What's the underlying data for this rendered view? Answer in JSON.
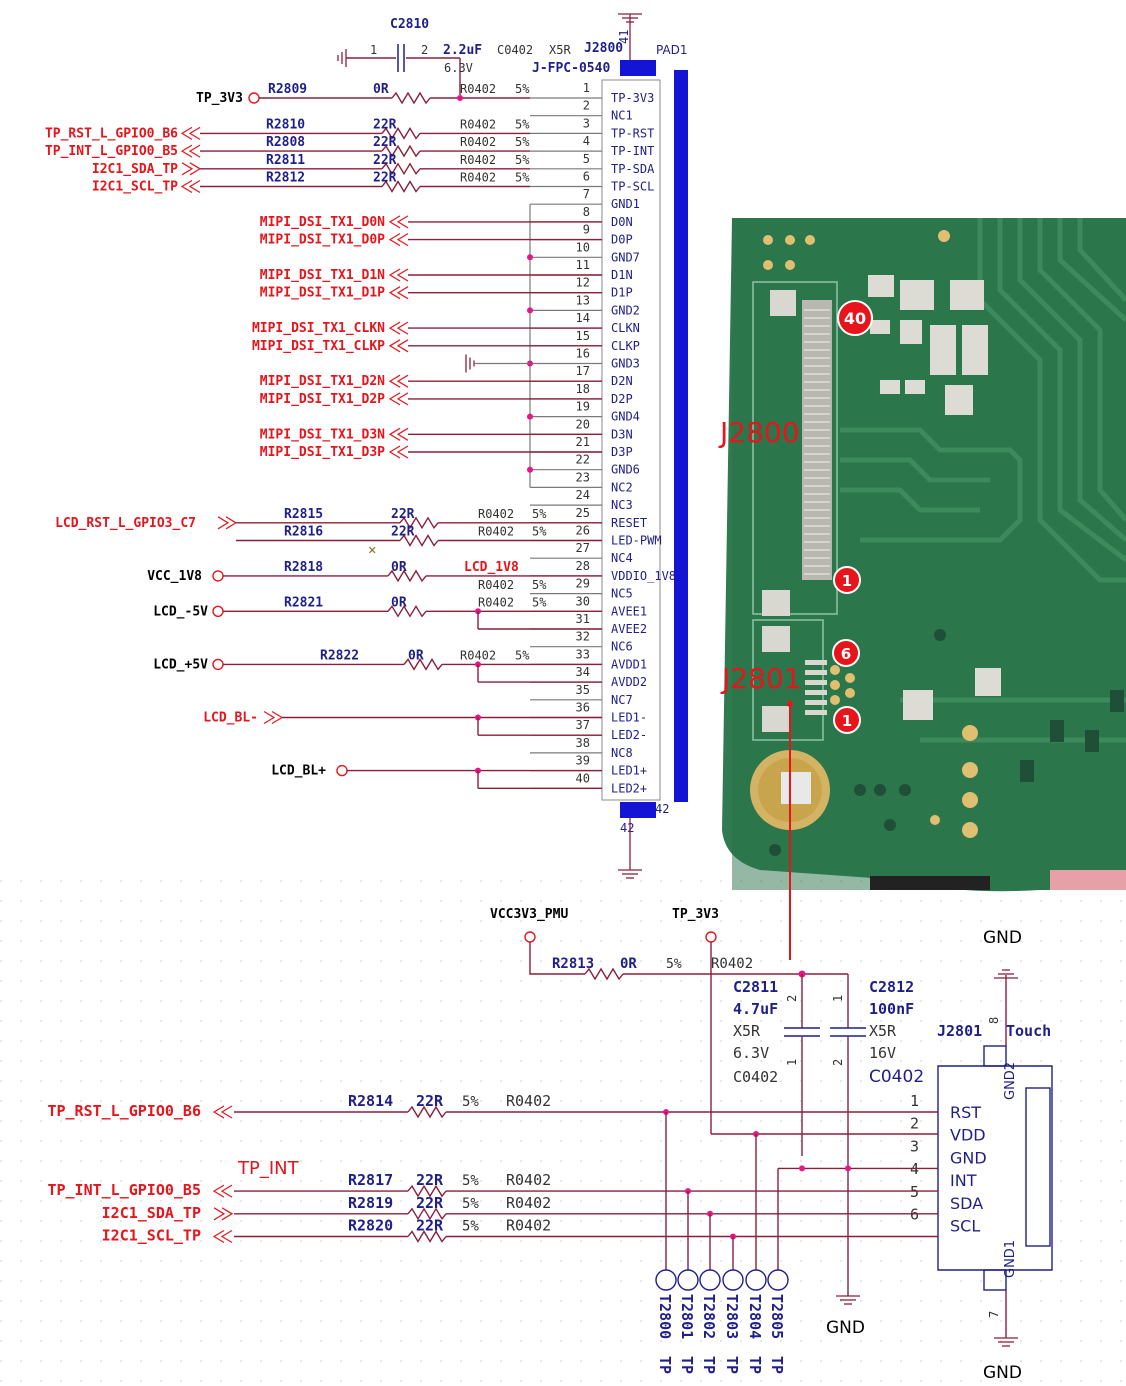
{
  "connector_main": {
    "ref": "J2800",
    "footprint": "J-FPC-0540",
    "pad_label": "PAD1",
    "pad_num_top": "41",
    "pad_num_bottom": "42",
    "pad_num_side": "42",
    "pins": [
      {
        "n": "1",
        "name": "TP-3V3"
      },
      {
        "n": "2",
        "name": "NC1"
      },
      {
        "n": "3",
        "name": "TP-RST"
      },
      {
        "n": "4",
        "name": "TP-INT"
      },
      {
        "n": "5",
        "name": "TP-SDA"
      },
      {
        "n": "6",
        "name": "TP-SCL"
      },
      {
        "n": "7",
        "name": "GND1"
      },
      {
        "n": "8",
        "name": "D0N"
      },
      {
        "n": "9",
        "name": "D0P"
      },
      {
        "n": "10",
        "name": "GND7"
      },
      {
        "n": "11",
        "name": "D1N"
      },
      {
        "n": "12",
        "name": "D1P"
      },
      {
        "n": "13",
        "name": "GND2"
      },
      {
        "n": "14",
        "name": "CLKN"
      },
      {
        "n": "15",
        "name": "CLKP"
      },
      {
        "n": "16",
        "name": "GND3"
      },
      {
        "n": "17",
        "name": "D2N"
      },
      {
        "n": "18",
        "name": "D2P"
      },
      {
        "n": "19",
        "name": "GND4"
      },
      {
        "n": "20",
        "name": "D3N"
      },
      {
        "n": "21",
        "name": "D3P"
      },
      {
        "n": "22",
        "name": "GND6"
      },
      {
        "n": "23",
        "name": "NC2"
      },
      {
        "n": "24",
        "name": "NC3"
      },
      {
        "n": "25",
        "name": "RESET"
      },
      {
        "n": "26",
        "name": "LED-PWM"
      },
      {
        "n": "27",
        "name": "NC4"
      },
      {
        "n": "28",
        "name": "VDDIO_1V8"
      },
      {
        "n": "29",
        "name": "NC5"
      },
      {
        "n": "30",
        "name": "AVEE1"
      },
      {
        "n": "31",
        "name": "AVEE2"
      },
      {
        "n": "32",
        "name": "NC6"
      },
      {
        "n": "33",
        "name": "AVDD1"
      },
      {
        "n": "34",
        "name": "AVDD2"
      },
      {
        "n": "35",
        "name": "NC7"
      },
      {
        "n": "36",
        "name": "LED1-"
      },
      {
        "n": "37",
        "name": "LED2-"
      },
      {
        "n": "38",
        "name": "NC8"
      },
      {
        "n": "39",
        "name": "LED1+"
      },
      {
        "n": "40",
        "name": "LED2+"
      }
    ]
  },
  "cap_c2810": {
    "ref": "C2810",
    "pin1": "1",
    "pin2": "2",
    "value": "2.2uF",
    "pkg": "C0402",
    "dielectric": "X5R",
    "voltage": "6.3V"
  },
  "top_nets": {
    "tp3v3": "TP_3V3",
    "tp_rst": "TP_RST_L_GPIO0_B6",
    "tp_int": "TP_INT_L_GPIO0_B5",
    "sda": "I2C1_SDA_TP",
    "scl": "I2C1_SCL_TP",
    "d0n": "MIPI_DSI_TX1_D0N",
    "d0p": "MIPI_DSI_TX1_D0P",
    "d1n": "MIPI_DSI_TX1_D1N",
    "d1p": "MIPI_DSI_TX1_D1P",
    "clkn": "MIPI_DSI_TX1_CLKN",
    "clkp": "MIPI_DSI_TX1_CLKP",
    "d2n": "MIPI_DSI_TX1_D2N",
    "d2p": "MIPI_DSI_TX1_D2P",
    "d3n": "MIPI_DSI_TX1_D3N",
    "d3p": "MIPI_DSI_TX1_D3P",
    "lcd_rst": "LCD_RST_L_GPIO3_C7",
    "vcc1v8": "VCC_1V8",
    "lcd_m5v": "LCD_-5V",
    "lcd_p5v": "LCD_+5V",
    "lcd_blm": "LCD_BL-",
    "lcd_blp": "LCD_BL+",
    "lcd_1v8": "LCD_1V8"
  },
  "top_resistors": [
    {
      "ref": "R2809",
      "val": "0R",
      "pkg": "R0402",
      "tol": "5%"
    },
    {
      "ref": "R2810",
      "val": "22R",
      "pkg": "R0402",
      "tol": "5%"
    },
    {
      "ref": "R2808",
      "val": "22R",
      "pkg": "R0402",
      "tol": "5%"
    },
    {
      "ref": "R2811",
      "val": "22R",
      "pkg": "R0402",
      "tol": "5%"
    },
    {
      "ref": "R2812",
      "val": "22R",
      "pkg": "R0402",
      "tol": "5%"
    },
    {
      "ref": "R2815",
      "val": "22R",
      "pkg": "R0402",
      "tol": "5%"
    },
    {
      "ref": "R2816",
      "val": "22R",
      "pkg": "R0402",
      "tol": "5%"
    },
    {
      "ref": "R2818",
      "val": "0R",
      "pkg": "R0402",
      "tol": "5%"
    },
    {
      "ref": "R2821",
      "val": "0R",
      "pkg": "R0402",
      "tol": "5%"
    },
    {
      "ref": "R2822",
      "val": "0R",
      "pkg": "R0402",
      "tol": "5%"
    }
  ],
  "r2818_extra": {
    "pkg": "R0402",
    "tol": "5%"
  },
  "photo": {
    "j2800": "J2800",
    "j2801": "J2801",
    "badge_40": "40",
    "badge_1a": "1",
    "badge_6": "6",
    "badge_1b": "1"
  },
  "bottom": {
    "vcc3v3_pmu": "VCC3V3_PMU",
    "tp3v3": "TP_3V3",
    "r2813": {
      "ref": "R2813",
      "val": "0R",
      "tol": "5%",
      "pkg": "R0402"
    },
    "c2811": {
      "ref": "C2811",
      "val": "4.7uF",
      "diel": "X5R",
      "volt": "6.3V",
      "pkg": "C0402",
      "p1": "1",
      "p2": "2"
    },
    "c2812": {
      "ref": "C2812",
      "val": "100nF",
      "diel": "X5R",
      "volt": "16V",
      "pkg": "C0402",
      "p1": "1",
      "p2": "2"
    },
    "gnd": "GND",
    "j2801_ref": "J2801",
    "j2801_name": "Touch",
    "gnd2": "GND2",
    "gnd1": "GND1",
    "pin8": "8",
    "pin7": "7",
    "j2801_pins": [
      {
        "n": "1",
        "name": "RST"
      },
      {
        "n": "2",
        "name": "VDD"
      },
      {
        "n": "3",
        "name": "GND"
      },
      {
        "n": "4",
        "name": "INT"
      },
      {
        "n": "5",
        "name": "SDA"
      },
      {
        "n": "6",
        "name": "SCL"
      }
    ],
    "nets": {
      "rst": "TP_RST_L_GPIO0_B6",
      "int": "TP_INT_L_GPIO0_B5",
      "int_label": "TP_INT",
      "sda": "I2C1_SDA_TP",
      "scl": "I2C1_SCL_TP"
    },
    "resistors": [
      {
        "ref": "R2814",
        "val": "22R",
        "tol": "5%",
        "pkg": "R0402"
      },
      {
        "ref": "R2817",
        "val": "22R",
        "tol": "5%",
        "pkg": "R0402"
      },
      {
        "ref": "R2819",
        "val": "22R",
        "tol": "5%",
        "pkg": "R0402"
      },
      {
        "ref": "R2820",
        "val": "22R",
        "tol": "5%",
        "pkg": "R0402"
      }
    ],
    "testpoints": [
      {
        "ref": "T2800",
        "net": "TP"
      },
      {
        "ref": "T2801",
        "net": "TP"
      },
      {
        "ref": "T2802",
        "net": "TP"
      },
      {
        "ref": "T2803",
        "net": "TP"
      },
      {
        "ref": "T2804",
        "net": "TP"
      },
      {
        "ref": "T2805",
        "net": "TP"
      }
    ]
  }
}
